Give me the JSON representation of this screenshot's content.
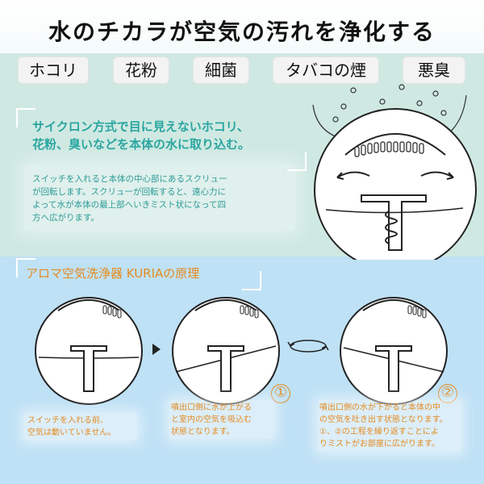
{
  "title": "水のチカラが空気の汚れを浄化する",
  "tags": [
    "ホコリ",
    "花粉",
    "細菌",
    "タバコの煙",
    "悪臭"
  ],
  "headline": [
    "サイクロン方式で目に見えないホコリ、",
    "花粉、臭いなどを本体の水に取り込む。"
  ],
  "description": [
    "スイッチを入れると本体の中心部にあるスクリュー",
    "が回転します。スクリューが回転すると、遠心力に",
    "よって水が本体の最上部へいきミスト状になって四",
    "方へ広がります。"
  ],
  "principle_title": "アロマ空気洗浄器 KURIAの原理",
  "steps": [
    {
      "number": "",
      "note": [
        "スイッチを入れる前、",
        "空気は動いていません。"
      ]
    },
    {
      "number": "①",
      "note": [
        "噴出口側に水が上がる",
        "と室内の空気を吸込む",
        "状態となります。"
      ]
    },
    {
      "number": "②",
      "note": [
        "噴出口側の水が下がると本体の中",
        "の空気を吐き出す状態となります。",
        "①、②の工程を繰り返すことによ",
        "りミストがお部屋に広がります。"
      ]
    }
  ],
  "colors": {
    "teal_text": "#2aa5a0",
    "orange_text": "#e58a1f",
    "green_panel": "#cfe9e2",
    "blue_panel": "#bfe1f5"
  }
}
